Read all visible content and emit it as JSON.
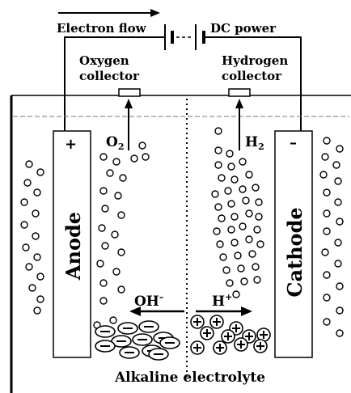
{
  "diagram": {
    "electron_flow": "Electron flow",
    "dc_power": "DC power",
    "oxygen_collector": [
      "Oxygen",
      "collector"
    ],
    "hydrogen_collector": [
      "Hydrogen",
      "collector"
    ],
    "anode_label": "Anode",
    "cathode_label": "Cathode",
    "anode_sign": "+",
    "cathode_sign": "–",
    "o2": {
      "base": "O",
      "sub": "2"
    },
    "h2": {
      "base": "H",
      "sub": "2"
    },
    "oh_ion": {
      "base": "OH",
      "sup": "–"
    },
    "h_ion": {
      "base": "H",
      "sup": "+"
    },
    "electrolyte": "Alkaline electrolyte",
    "anion_symbol": "–",
    "cation_symbol": "+"
  }
}
